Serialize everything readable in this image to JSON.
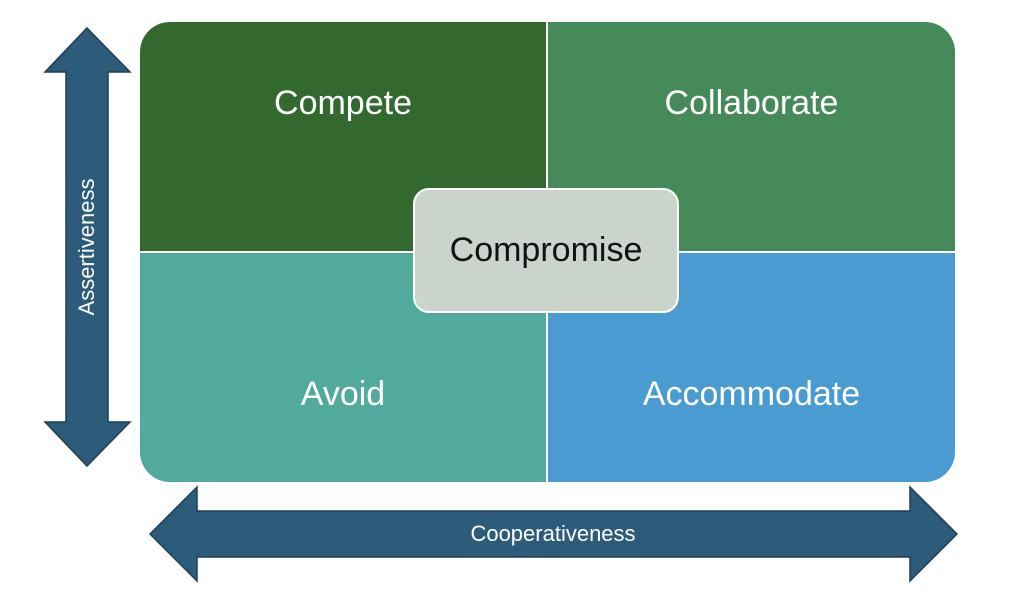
{
  "quadrants": {
    "compete": "Compete",
    "collaborate": "Collaborate",
    "avoid": "Avoid",
    "accommodate": "Accommodate"
  },
  "center": "Compromise",
  "axes": {
    "vertical": "Assertiveness",
    "horizontal": "Cooperativeness"
  },
  "colors": {
    "compete": "#33692e",
    "collaborate": "#468a5a",
    "avoid": "#52aa9c",
    "accommodate": "#4a9bd2",
    "compromise": "#cbd3cd",
    "arrow": "#2d5b7a"
  }
}
